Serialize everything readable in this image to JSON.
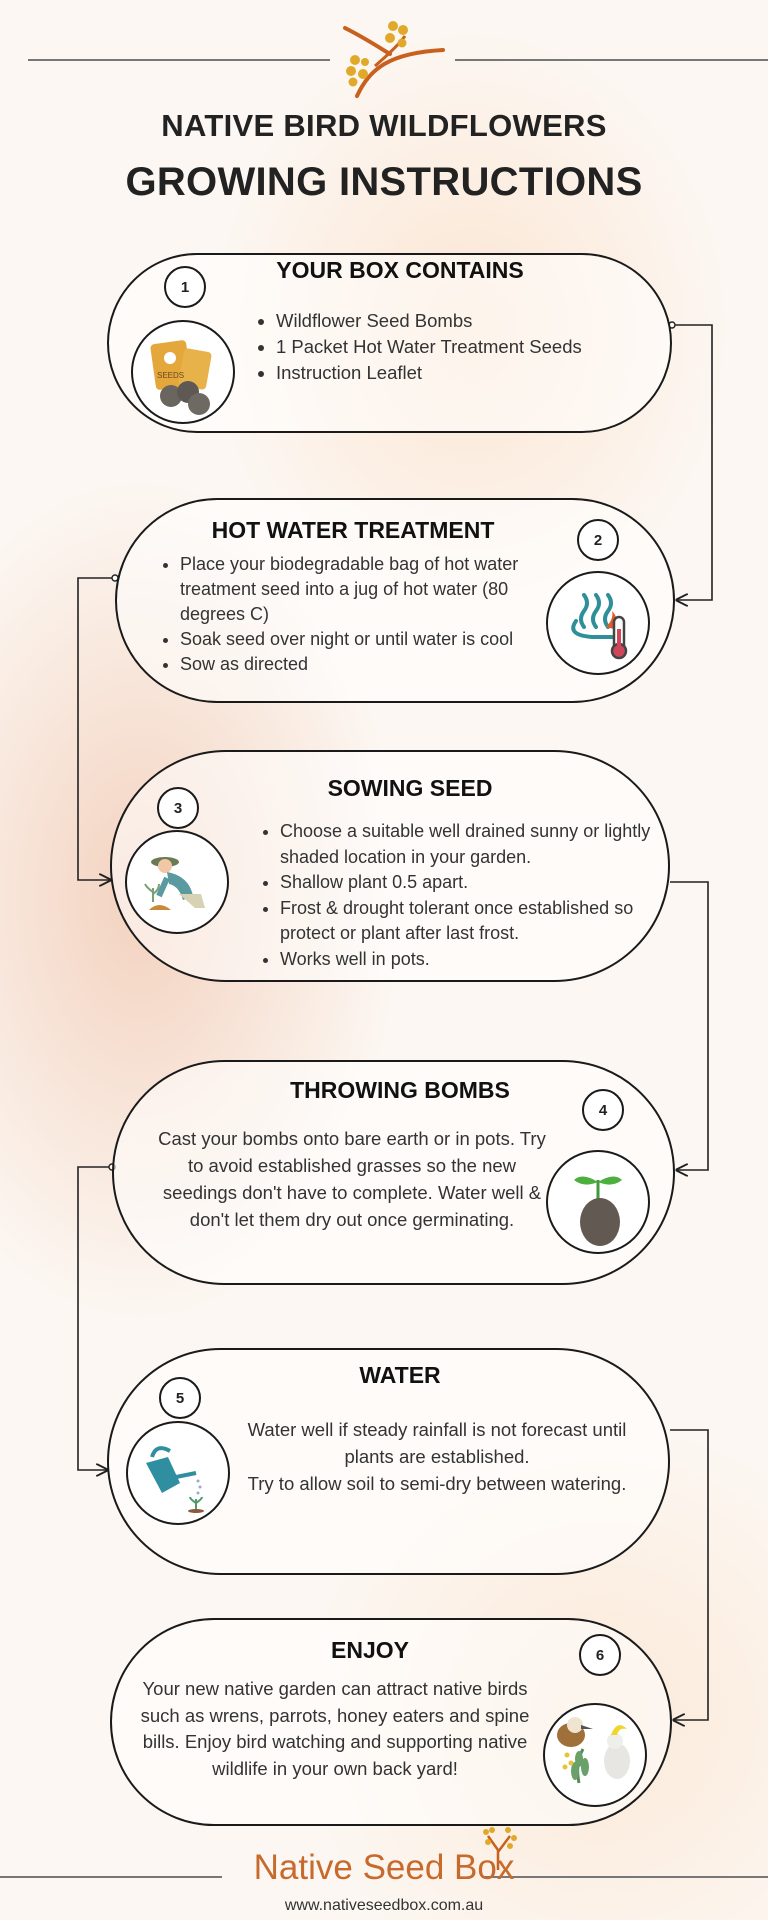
{
  "header": {
    "title_line1": "NATIVE BIRD WILDFLOWERS",
    "title_line2": "GROWING INSTRUCTIONS",
    "logo_icon": "wattle-sprig-icon"
  },
  "colors": {
    "brand": "#c86a2c",
    "wattle": "#e0a92a",
    "outline": "#1a1a1a",
    "background": "#fcf7f2"
  },
  "steps": [
    {
      "number": "1",
      "title": "YOUR BOX CONTAINS",
      "icon": "seed-packets-icon",
      "bullets": [
        "Wildflower Seed Bombs",
        "1 Packet Hot Water Treatment Seeds",
        "Instruction Leaflet"
      ]
    },
    {
      "number": "2",
      "title": "HOT WATER TREATMENT",
      "icon": "hot-water-thermometer-icon",
      "bullets": [
        "Place your biodegradable bag of hot water treatment seed into a jug of hot water (80 degrees C)",
        "Soak seed over night or until water is cool",
        "Sow as directed"
      ]
    },
    {
      "number": "3",
      "title": "SOWING SEED",
      "icon": "gardener-planting-icon",
      "bullets": [
        "Choose a suitable well drained sunny or lightly shaded location in your garden.",
        "Shallow plant 0.5 apart.",
        "Frost & drought tolerant once established so protect or plant after last frost.",
        " Works well in pots."
      ]
    },
    {
      "number": "4",
      "title": "THROWING BOMBS",
      "icon": "seed-bomb-sprout-icon",
      "text": "Cast your bombs onto bare earth or in pots. Try to avoid established grasses so the new seedings don't have to complete. Water well & don't let them dry out once germinating."
    },
    {
      "number": "5",
      "title": "WATER",
      "icon": "watering-can-icon",
      "text_lines": [
        "Water well if steady rainfall is not forecast until plants are established.",
        "Try to allow soil to semi-dry between watering."
      ]
    },
    {
      "number": "6",
      "title": "ENJOY",
      "icon": "native-birds-icon",
      "text": "Your new native garden can attract native birds such as wrens, parrots, honey eaters and spine bills. Enjoy bird watching and supporting native wildlife in your own back yard!"
    }
  ],
  "footer": {
    "brand": "Native Seed Box",
    "url": "www.nativeseedbox.com.au"
  }
}
